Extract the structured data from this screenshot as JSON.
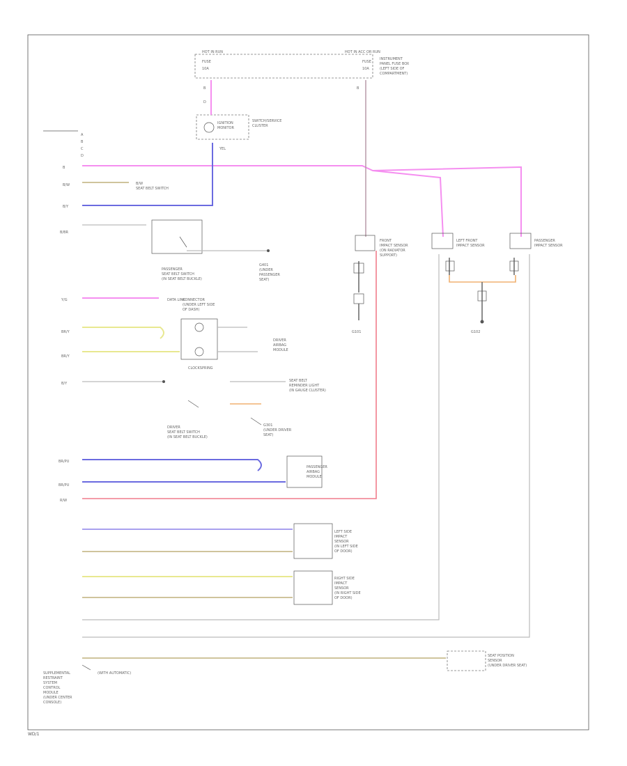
{
  "page": {
    "corner_mark": "WD/1"
  },
  "colors": {
    "pink": "#f58ef0",
    "blue": "#6a6ae0",
    "yellow": "#e8e890",
    "tan": "#cfc49c",
    "red": "#f07c8c",
    "lavender": "#a8a0ee",
    "orange": "#f0b070"
  },
  "legend": {
    "airbag_module": "SUPPLEMENTAL RESTRAINT SYSTEM CONTROL MODULE (UNDER CENTER CONSOLE)",
    "note": "(WITH AUTOMATIC)"
  }
}
